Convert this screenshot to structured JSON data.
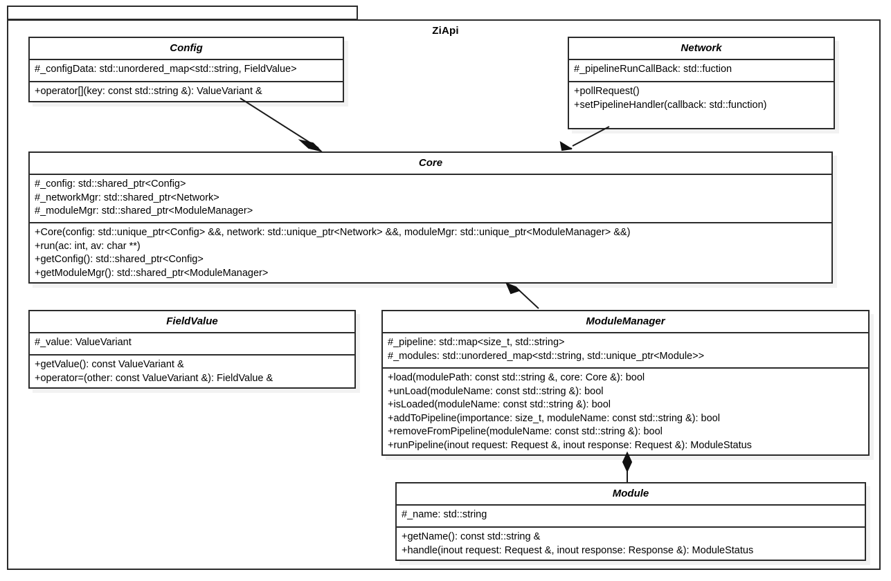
{
  "diagram": {
    "type": "uml-class-diagram",
    "package": {
      "name": "ZiApi",
      "tab_label": ""
    },
    "classes": [
      {
        "id": "config",
        "name": "Config",
        "attributes": [
          "#_configData: std::unordered_map<std::string, FieldValue>"
        ],
        "operations": [
          "+operator[](key: const std::string &): ValueVariant &"
        ]
      },
      {
        "id": "network",
        "name": "Network",
        "attributes": [
          "#_pipelineRunCallBack: std::fuction"
        ],
        "operations": [
          "+pollRequest()",
          "+setPipelineHandler(callback: std::function)"
        ]
      },
      {
        "id": "core",
        "name": "Core",
        "attributes": [
          "#_config: std::shared_ptr<Config>",
          "#_networkMgr: std::shared_ptr<Network>",
          "#_moduleMgr: std::shared_ptr<ModuleManager>"
        ],
        "operations": [
          "+Core(config: std::unique_ptr<Config> &&, network: std::unique_ptr<Network> &&, moduleMgr: std::unique_ptr<ModuleManager> &&)",
          "+run(ac: int, av: char **)",
          "+getConfig(): std::shared_ptr<Config>",
          "+getModuleMgr(): std::shared_ptr<ModuleManager>"
        ]
      },
      {
        "id": "fieldvalue",
        "name": "FieldValue",
        "attributes": [
          "#_value: ValueVariant"
        ],
        "operations": [
          "+getValue(): const ValueVariant &",
          "+operator=(other: const ValueVariant &): FieldValue &"
        ]
      },
      {
        "id": "modulemanager",
        "name": "ModuleManager",
        "attributes": [
          "#_pipeline: std::map<size_t, std::string>",
          "#_modules: std::unordered_map<std::string, std::unique_ptr<Module>>"
        ],
        "operations": [
          "+load(modulePath: const std::string &, core: Core &): bool",
          "+unLoad(moduleName: const std::string &): bool",
          "+isLoaded(moduleName: const std::string &): bool",
          "+addToPipeline(importance: size_t, moduleName: const std::string &): bool",
          "+removeFromPipeline(moduleName: const std::string &): bool",
          "+runPipeline(inout request: Request &, inout response: Request &): ModuleStatus"
        ]
      },
      {
        "id": "module",
        "name": "Module",
        "attributes": [
          "#_name: std::string"
        ],
        "operations": [
          "+getName(): const std::string &",
          "+handle(inout request: Request &, inout response: Response &): ModuleStatus"
        ]
      }
    ],
    "relationships": [
      {
        "id": "config-core",
        "from": "Config",
        "to": "Core",
        "kind": "composition",
        "diamond_end": "Core"
      },
      {
        "id": "network-core",
        "from": "Network",
        "to": "Core",
        "kind": "composition",
        "diamond_end": "Core"
      },
      {
        "id": "core-modulemanager",
        "from": "Core",
        "to": "ModuleManager",
        "kind": "composition",
        "diamond_end": "Core"
      },
      {
        "id": "modulemanager-module",
        "from": "ModuleManager",
        "to": "Module",
        "kind": "composition",
        "diamond_end": "ModuleManager"
      }
    ],
    "colors": {
      "stroke": "#2b2b2b",
      "fill": "#ffffff",
      "shadow": "#f2f2f2",
      "text": "#000000"
    }
  }
}
